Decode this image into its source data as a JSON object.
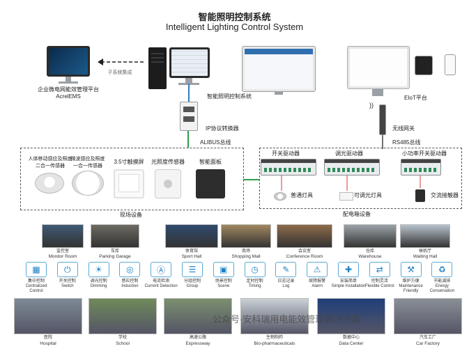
{
  "title": {
    "cn": "智能照明控制系统",
    "en": "Intelligent Lighting Control System"
  },
  "top": {
    "ems_label_cn": "企业微电网能效管理平台",
    "ems_label_en": "AcrelEMS",
    "subsystem_label": "子系统集成",
    "center_label": "智能照明控制系统",
    "eiot_label": "EIoT平台",
    "ip_converter": "IP协议转换器",
    "alibus": "ALIBUS总线",
    "wireless_gw": "无线网关",
    "rs485": "RS485总线"
  },
  "field": {
    "sensors": [
      {
        "label": "人体移动感应及照度\n二合一传感器"
      },
      {
        "label": "微波感应及照度\n一合一传感器"
      },
      {
        "label": "3.5寸触摸屏"
      },
      {
        "label": "光照度传感器"
      },
      {
        "label": "智能面板"
      }
    ],
    "caption": "现场设备"
  },
  "cabinet": {
    "drivers": [
      {
        "label": "开关驱动器",
        "lamp": "普通灯具"
      },
      {
        "label": "调光驱动器",
        "lamp": "可调光灯具"
      },
      {
        "label": "小功率开关驱动器",
        "lamp": "交流接触器"
      }
    ],
    "caption": "配电箱设备"
  },
  "scenes": [
    {
      "cn": "监控室",
      "en": "Monitor Room",
      "color": "#3f5a74"
    },
    {
      "cn": "车库",
      "en": "Parking Garage",
      "color": "#6d6a62"
    },
    {
      "cn": "体育馆",
      "en": "Sport Hall",
      "color": "#2f4a6e"
    },
    {
      "cn": "商场",
      "en": "Shopping Mall",
      "color": "#a08760"
    },
    {
      "cn": "会议室",
      "en": "Conference Room",
      "color": "#8c6b4a"
    },
    {
      "cn": "仓库",
      "en": "Warehouse",
      "color": "#9aa2a8"
    },
    {
      "cn": "候机厅",
      "en": "Waiting Hall",
      "color": "#b7c2cc"
    }
  ],
  "functions": [
    {
      "cn": "集中控制",
      "en": "Centralized\nControl",
      "icon": "▦"
    },
    {
      "cn": "开关控制",
      "en": "Switch",
      "icon": "⏻"
    },
    {
      "cn": "调光控制",
      "en": "Dimming",
      "icon": "☀"
    },
    {
      "cn": "感应控制",
      "en": "Induction",
      "icon": "◎"
    },
    {
      "cn": "电流检测",
      "en": "Current Detection",
      "icon": "Ⓐ"
    },
    {
      "cn": "分组控制",
      "en": "Group",
      "icon": "☰"
    },
    {
      "cn": "场景控制",
      "en": "Scene",
      "icon": "▣"
    },
    {
      "cn": "定时控制",
      "en": "Timing",
      "icon": "◷"
    },
    {
      "cn": "日志记录",
      "en": "Log",
      "icon": "✎"
    },
    {
      "cn": "故障报警",
      "en": "Alarm",
      "icon": "⚠"
    },
    {
      "cn": "安装简单",
      "en": "Simple Installation",
      "icon": "✚"
    },
    {
      "cn": "控制灵活",
      "en": "Flexible Control",
      "icon": "⇄"
    },
    {
      "cn": "维护方便",
      "en": "Maintenance\nFriendly",
      "icon": "⚒"
    },
    {
      "cn": "节能减排",
      "en": "Energy\nConservation",
      "icon": "♻"
    }
  ],
  "applications": [
    {
      "cn": "医院",
      "en": "Hospital",
      "color": "#7d8a95"
    },
    {
      "cn": "学校",
      "en": "School",
      "color": "#6f8a5a"
    },
    {
      "cn": "高速公路",
      "en": "Expressway",
      "color": "#7b8f6e"
    },
    {
      "cn": "生物制药",
      "en": "Bio-pharmaceuticals",
      "color": "#c9d1d6"
    },
    {
      "cn": "数据中心",
      "en": "Data Center",
      "color": "#1f3f7a"
    },
    {
      "cn": "汽车工厂",
      "en": "Car Factory",
      "color": "#8a8f96"
    }
  ],
  "watermark": "公众号·安科瑞用电能效管理解决方案"
}
